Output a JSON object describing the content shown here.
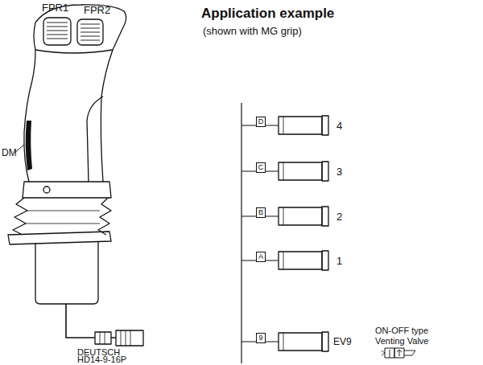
{
  "diagram": {
    "title": "Application example",
    "nodes": [
      {
        "text": [
          "D"
        ]
      },
      {
        "text": [
          "C"
        ]
      },
      {
        "text": [
          "B"
        ]
      },
      {
        "text": [
          "A"
        ]
      },
      {
        "text": [
          "9"
        ]
      }
    ],
    "labels": [
      "(shown with MG grip)",
      "FPR1",
      "FPR2",
      "DM",
      "4",
      "3",
      "2",
      "1",
      "EV9",
      "DEUTSCH",
      "HD14-9-16P",
      "ON-OFF type",
      "Venting Valve"
    ]
  }
}
